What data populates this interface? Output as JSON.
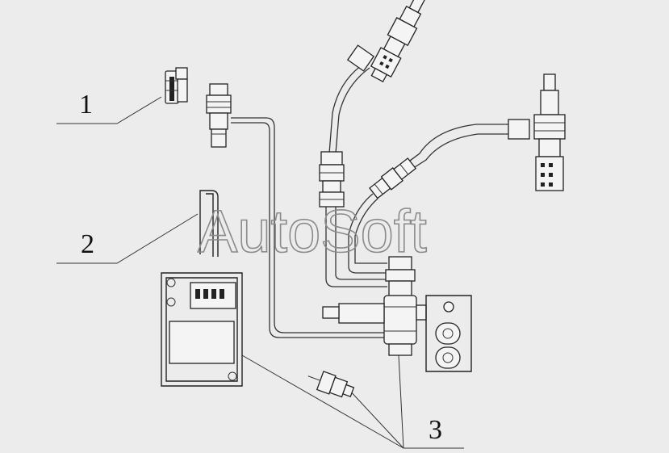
{
  "watermark": "AutoSoft",
  "callouts": [
    {
      "id": 1,
      "label": "1"
    },
    {
      "id": 2,
      "label": "2"
    },
    {
      "id": 3,
      "label": "3"
    }
  ],
  "colors": {
    "background": "#ececec",
    "line": "#222222",
    "watermark": "#8a8a8a"
  },
  "icons": {
    "spark_plug": "spark-plug-icon",
    "fitting": "pipe-fitting-icon",
    "sensor": "sensor-icon",
    "ecu": "control-unit-icon",
    "valve": "solenoid-valve-icon"
  }
}
